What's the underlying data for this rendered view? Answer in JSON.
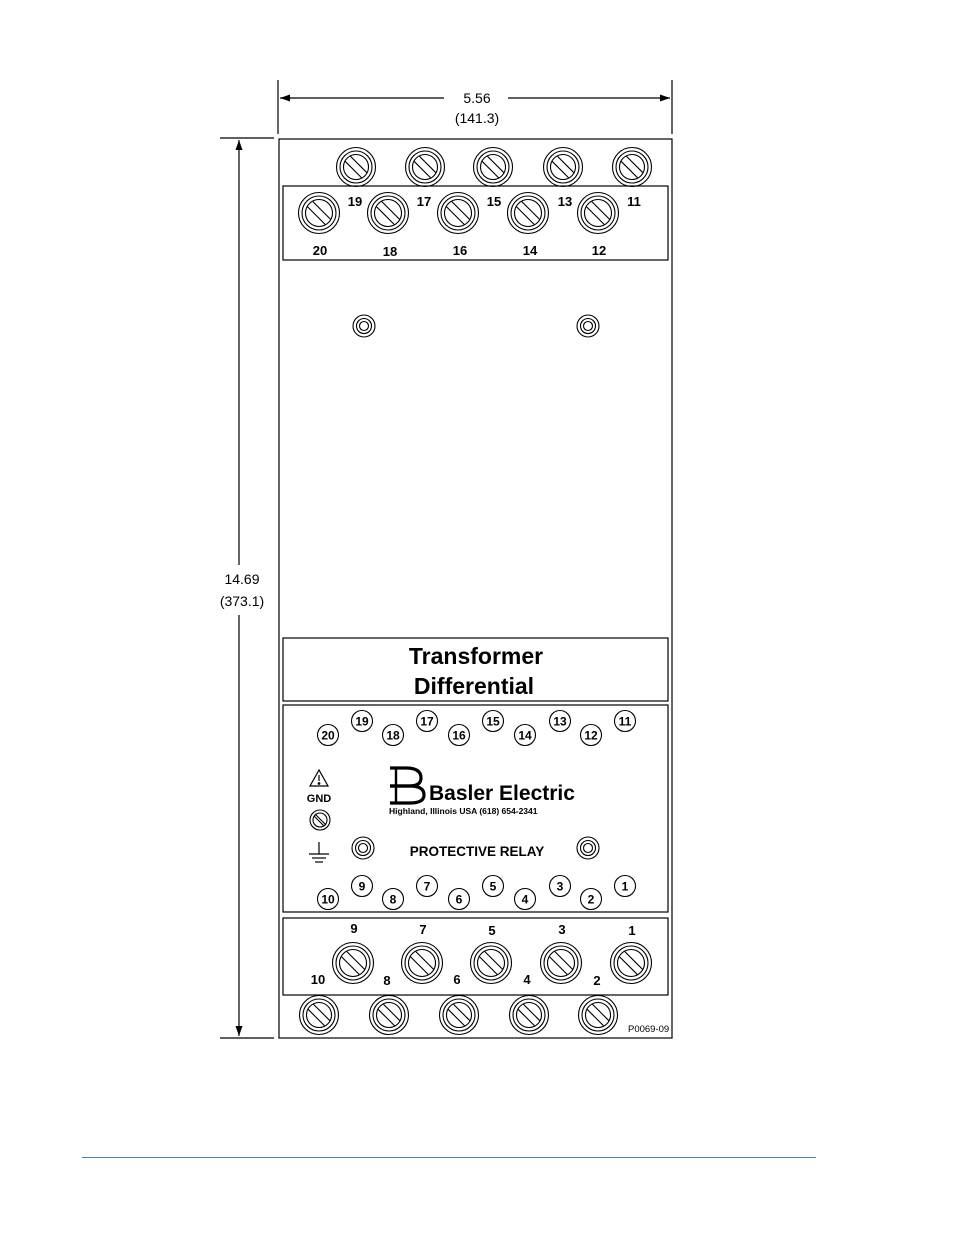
{
  "dimensions": {
    "width": {
      "in": "5.56",
      "mm": "(141.3)"
    },
    "height": {
      "in": "14.69",
      "mm": "(373.1)"
    }
  },
  "panel_title": {
    "line1": "Transformer",
    "line2": "Differential"
  },
  "manufacturer": {
    "name": "Basler Electric",
    "address": "Highland,  Illinois   USA    (618)  654-2341"
  },
  "ground_label": "GND",
  "product_label": "PROTECTIVE RELAY",
  "drawing_number": "P0069-09",
  "top_terminal_labels": {
    "back": [
      "19",
      "17",
      "15",
      "13",
      "11"
    ],
    "front": [
      "20",
      "18",
      "16",
      "14",
      "12"
    ]
  },
  "bottom_terminal_labels": {
    "back": [
      "9",
      "7",
      "5",
      "3",
      "1"
    ],
    "front": [
      "10",
      "8",
      "6",
      "4",
      "2"
    ]
  },
  "panel_terminal_map": {
    "upper": {
      "high": [
        "19",
        "17",
        "15",
        "13",
        "11"
      ],
      "low": [
        "20",
        "18",
        "16",
        "14",
        "12"
      ]
    },
    "lower": {
      "high": [
        "9",
        "7",
        "5",
        "3",
        "1"
      ],
      "low": [
        "10",
        "8",
        "6",
        "4",
        "2"
      ]
    }
  },
  "colors": {
    "line": "#000000",
    "footer_rule": "#4a7fc0"
  }
}
